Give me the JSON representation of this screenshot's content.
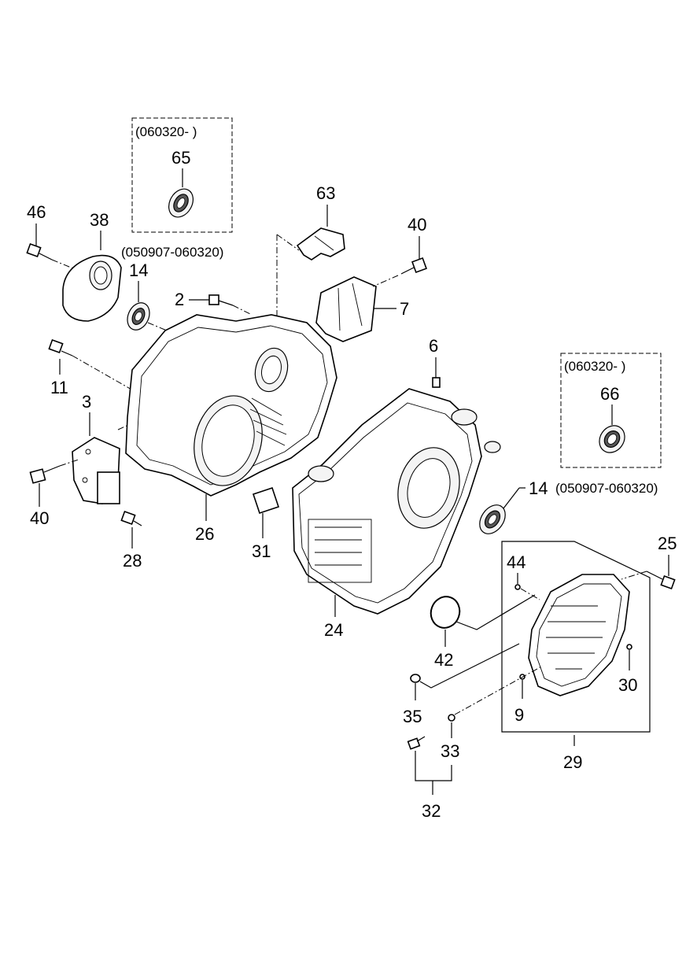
{
  "variant_boxes": {
    "top_left": {
      "code": "(060320- )",
      "part": "65"
    },
    "right": {
      "code": "(060320- )",
      "part": "66"
    }
  },
  "range_notes": {
    "left": "(050907-060320)",
    "right": "(050907-060320)"
  },
  "labels": {
    "p46": "46",
    "p38": "38",
    "p14a": "14",
    "p2": "2",
    "p63": "63",
    "p40a": "40",
    "p7": "7",
    "p6": "6",
    "p11": "11",
    "p3": "3",
    "p40b": "40",
    "p28": "28",
    "p26": "26",
    "p31": "31",
    "p14b": "14",
    "p24": "24",
    "p42": "42",
    "p25": "25",
    "p44": "44",
    "p30": "30",
    "p9": "9",
    "p29": "29",
    "p35": "35",
    "p33": "33",
    "p32": "32"
  }
}
